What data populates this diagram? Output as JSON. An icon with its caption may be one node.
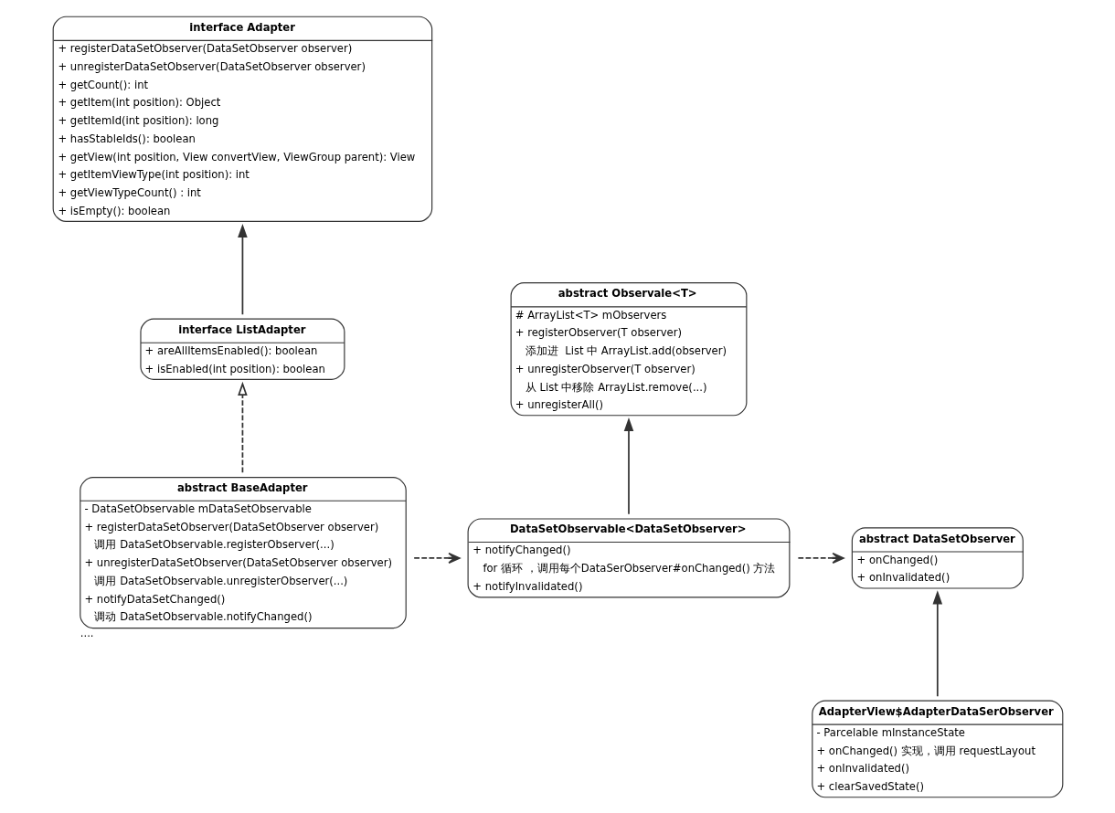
{
  "diagram": {
    "nodes": [
      {
        "text": [
          "interface Adapter",
          "+ registerDataSetObserver(DataSetObserver observer)",
          "+ unregisterDataSetObserver(DataSetObserver observer)",
          "+ getCount(): int",
          "+ getItem(int position): Object",
          "+ getItemId(int position): long",
          "+ hasStableIds(): boolean",
          "+ getView(int position, View convertView, ViewGroup parent): View",
          "+ getItemViewType(int position): int",
          "+ getViewTypeCount() : int",
          "+ isEmpty(): boolean"
        ]
      },
      {
        "text": [
          "interface ListAdapter",
          "+ areAllItemsEnabled(): boolean",
          "+ isEnabled(int position): boolean"
        ]
      },
      {
        "text": [
          "abstract BaseAdapter",
          "- DataSetObservable mDataSetObservable",
          "+ registerDataSetObserver(DataSetObserver observer)",
          "调用 DataSetObservable.registerObserver(...)",
          "+ unregisterDataSetObserver(DataSetObserver observer)",
          "调用 DataSetObservable.unregisterObserver(...)",
          "+ notifyDataSetChanged()",
          "调动 DataSetObservable.notifyChanged()"
        ],
        "beside": [
          "...."
        ]
      },
      {
        "text": [
          "abstract Observale<T>",
          "# ArrayList<T> mObservers",
          "+ registerObserver(T observer)",
          "添加进  List 中 ArrayList.add(observer)",
          "+ unregisterObserver(T observer)",
          "从 List 中移除 ArrayList.remove(...)",
          "+ unregisterAll()"
        ]
      },
      {
        "text": [
          "DataSetObservable<DataSetObserver>",
          "+ notifyChanged()",
          "for 循环 ，调用每个DataSerObserver#onChanged() 方法",
          "+ notifyInvalidated()"
        ]
      },
      {
        "text": [
          "abstract DataSetObserver",
          "+ onChanged()",
          "+ onInvalidated()"
        ]
      },
      {
        "text": [
          "AdapterView$AdapterDataSerObserver",
          "- Parcelable mInstanceState",
          "+ onChanged() 实现，调用 requestLayout",
          "+ onInvalidated()",
          "+ clearSavedState()"
        ]
      }
    ],
    "edges": [
      {
        "from": 1,
        "to": 0,
        "arrow": "to"
      },
      {
        "from": 2,
        "to": 1,
        "arrow": "to",
        "style": "dashed"
      },
      {
        "from": 2,
        "to": 4,
        "arrow": "to",
        "style": "dashed"
      },
      {
        "from": 4,
        "to": 3,
        "arrow": "to"
      },
      {
        "from": 4,
        "to": 5,
        "arrow": "to",
        "style": "dashed"
      },
      {
        "from": 6,
        "to": 5,
        "arrow": "to"
      }
    ]
  }
}
